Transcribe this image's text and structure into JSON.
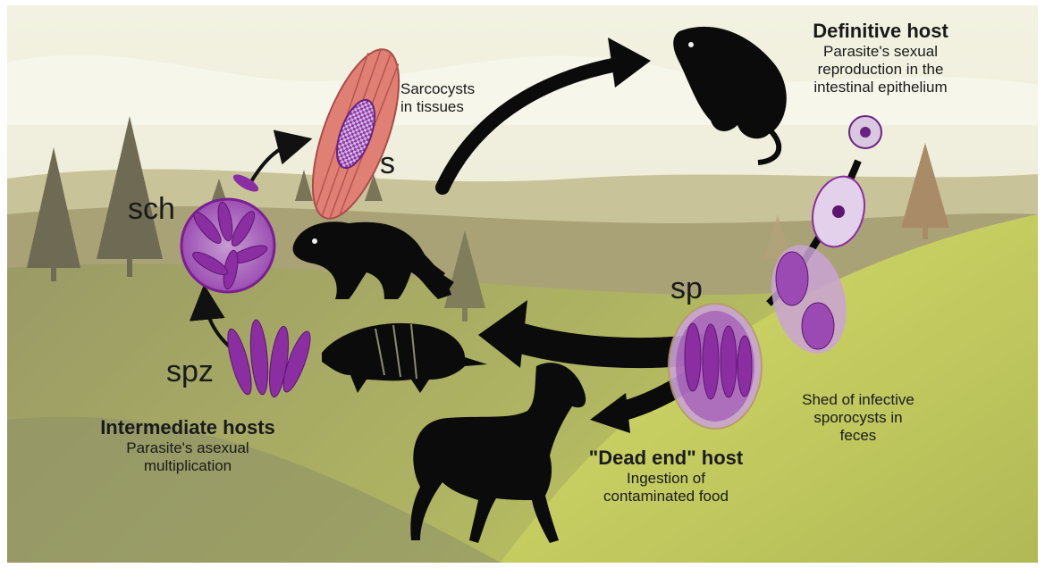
{
  "colors": {
    "sky": "#eeeeda",
    "hill_back": "#c9c39a",
    "hill_mid": "#a9a173",
    "meadow": "#b7bd69",
    "meadow_bright": "#d8de63",
    "tree": "#6f6a53",
    "tree_brown": "#a98b67",
    "muscle": "#e07f74",
    "parasite_purple": "#8a2ea1",
    "parasite_light": "#b06bc3",
    "animal": "#0b0b0b"
  },
  "labels": {
    "sarcocysts": "Sarcocysts\nin tissues",
    "s_mark": "s",
    "sch_mark": "sch",
    "sp_mark": "sp",
    "spz_mark": "spz",
    "definitive_title": "Definitive host",
    "definitive_desc": "Parasite's sexual\nreproduction in the\nintestinal epithelium",
    "intermediate_title": "Intermediate hosts",
    "intermediate_desc": "Parasite's asexual\nmultiplication",
    "deadend_title": "\"Dead end\" host",
    "deadend_desc": "Ingestion of\ncontaminated food",
    "shed_desc": "Shed of infective\nsporocysts in\nfeces"
  },
  "icons": {
    "opossum": "opossum-silhouette-icon",
    "raccoon": "raccoon-silhouette-icon",
    "armadillo": "armadillo-silhouette-icon",
    "horse": "horse-silhouette-icon"
  }
}
